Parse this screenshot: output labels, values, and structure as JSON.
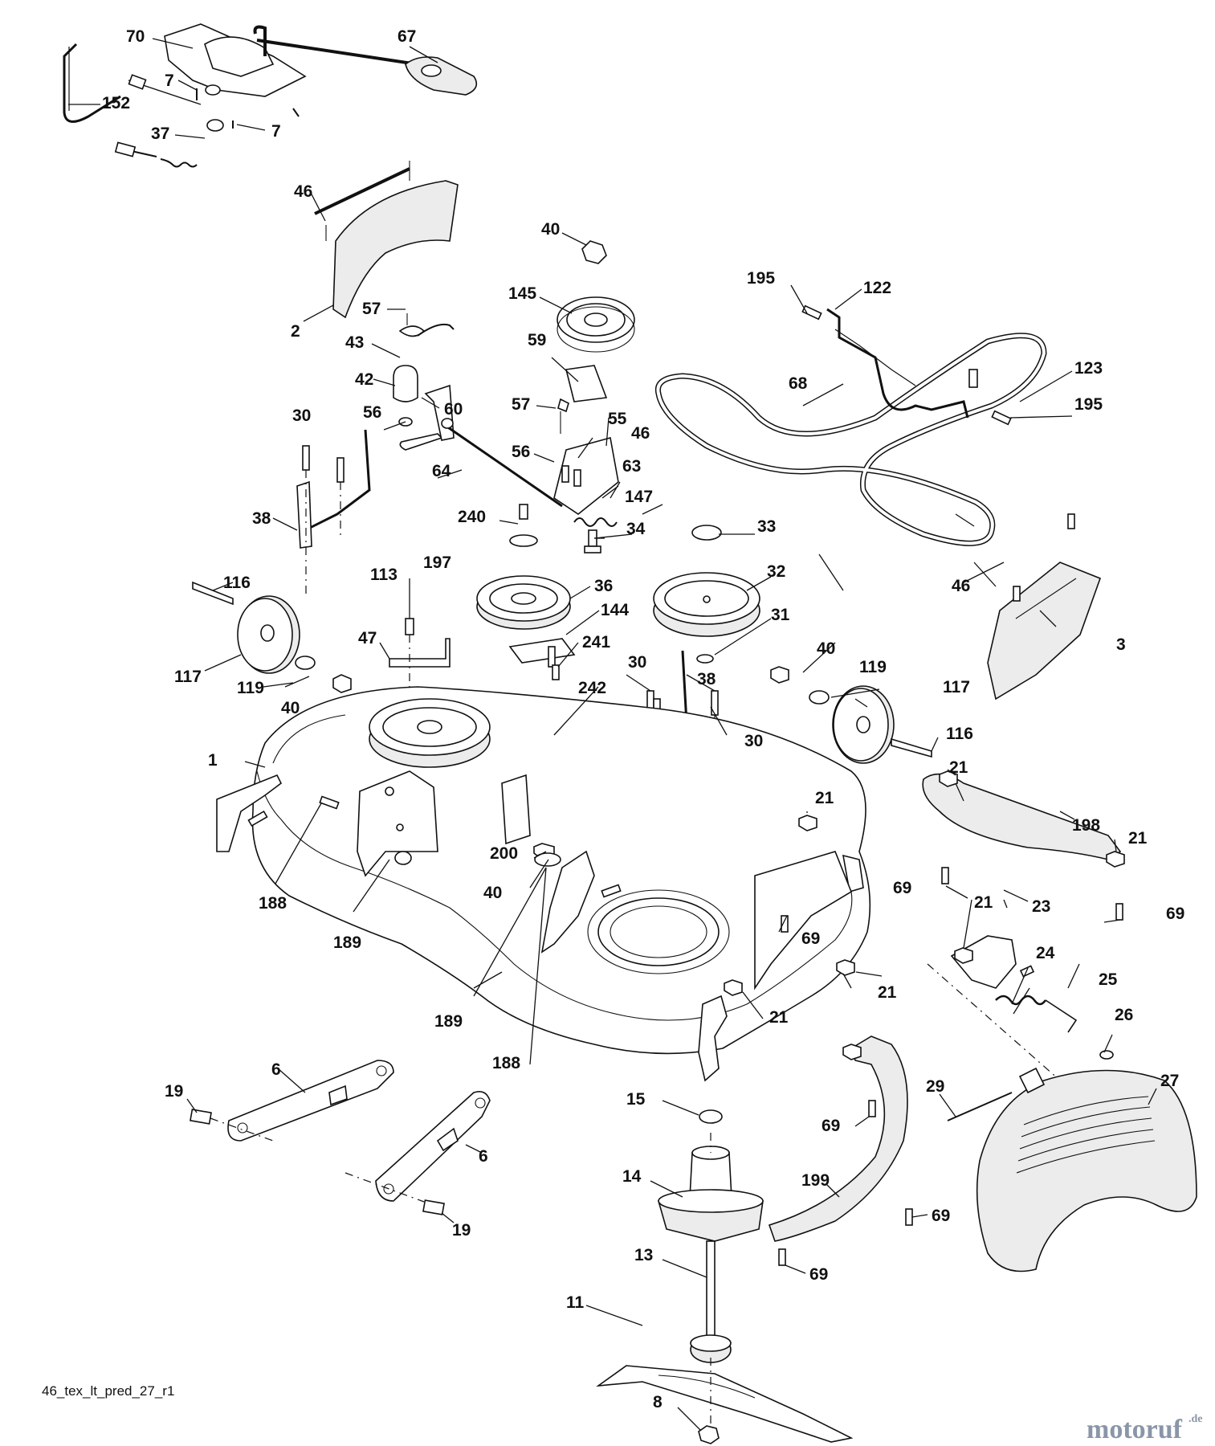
{
  "diagram": {
    "file_label": "46_tex_lt_pred_27_r1",
    "watermark": {
      "main": "motoruf",
      "tld": ".de"
    },
    "callouts": [
      {
        "id": "c1",
        "label": "70"
      },
      {
        "id": "c2",
        "label": "67"
      },
      {
        "id": "c3",
        "label": "7"
      },
      {
        "id": "c4",
        "label": "152"
      },
      {
        "id": "c5",
        "label": "7"
      },
      {
        "id": "c6",
        "label": "37"
      },
      {
        "id": "c7",
        "label": "46"
      },
      {
        "id": "c8",
        "label": "2"
      },
      {
        "id": "c9",
        "label": "40"
      },
      {
        "id": "c10",
        "label": "195"
      },
      {
        "id": "c11",
        "label": "122"
      },
      {
        "id": "c12",
        "label": "145"
      },
      {
        "id": "c13",
        "label": "57"
      },
      {
        "id": "c14",
        "label": "43"
      },
      {
        "id": "c15",
        "label": "59"
      },
      {
        "id": "c16",
        "label": "42"
      },
      {
        "id": "c17",
        "label": "68"
      },
      {
        "id": "c18",
        "label": "123"
      },
      {
        "id": "c19",
        "label": "195"
      },
      {
        "id": "c20",
        "label": "60"
      },
      {
        "id": "c21",
        "label": "57"
      },
      {
        "id": "c22",
        "label": "56"
      },
      {
        "id": "c23",
        "label": "55"
      },
      {
        "id": "c24",
        "label": "30"
      },
      {
        "id": "c25",
        "label": "46"
      },
      {
        "id": "c26",
        "label": "56"
      },
      {
        "id": "c27",
        "label": "64"
      },
      {
        "id": "c28",
        "label": "63"
      },
      {
        "id": "c29",
        "label": "147"
      },
      {
        "id": "c30",
        "label": "38"
      },
      {
        "id": "c31",
        "label": "240"
      },
      {
        "id": "c32",
        "label": "34"
      },
      {
        "id": "c33",
        "label": "33"
      },
      {
        "id": "c34",
        "label": "197"
      },
      {
        "id": "c35",
        "label": "116"
      },
      {
        "id": "c36",
        "label": "113"
      },
      {
        "id": "c37",
        "label": "36"
      },
      {
        "id": "c38",
        "label": "32"
      },
      {
        "id": "c39",
        "label": "46"
      },
      {
        "id": "c40",
        "label": "144"
      },
      {
        "id": "c41",
        "label": "31"
      },
      {
        "id": "c42",
        "label": "47"
      },
      {
        "id": "c43",
        "label": "3"
      },
      {
        "id": "c44",
        "label": "241"
      },
      {
        "id": "c45",
        "label": "40"
      },
      {
        "id": "c46",
        "label": "117"
      },
      {
        "id": "c47",
        "label": "119"
      },
      {
        "id": "c48",
        "label": "30"
      },
      {
        "id": "c49",
        "label": "38"
      },
      {
        "id": "c50",
        "label": "119"
      },
      {
        "id": "c51",
        "label": "117"
      },
      {
        "id": "c52",
        "label": "40"
      },
      {
        "id": "c53",
        "label": "242"
      },
      {
        "id": "c54",
        "label": "30"
      },
      {
        "id": "c55",
        "label": "116"
      },
      {
        "id": "c56",
        "label": "1"
      },
      {
        "id": "c57",
        "label": "21"
      },
      {
        "id": "c58",
        "label": "21"
      },
      {
        "id": "c59",
        "label": "198"
      },
      {
        "id": "c60",
        "label": "21"
      },
      {
        "id": "c61",
        "label": "188"
      },
      {
        "id": "c62",
        "label": "200"
      },
      {
        "id": "c63",
        "label": "69"
      },
      {
        "id": "c64",
        "label": "21"
      },
      {
        "id": "c65",
        "label": "23"
      },
      {
        "id": "c66",
        "label": "69"
      },
      {
        "id": "c67",
        "label": "40"
      },
      {
        "id": "c68",
        "label": "189"
      },
      {
        "id": "c69",
        "label": "69"
      },
      {
        "id": "c70",
        "label": "24"
      },
      {
        "id": "c71",
        "label": "25"
      },
      {
        "id": "c72",
        "label": "21"
      },
      {
        "id": "c73",
        "label": "189"
      },
      {
        "id": "c74",
        "label": "21"
      },
      {
        "id": "c75",
        "label": "26"
      },
      {
        "id": "c76",
        "label": "188"
      },
      {
        "id": "c77",
        "label": "6"
      },
      {
        "id": "c78",
        "label": "19"
      },
      {
        "id": "c79",
        "label": "15"
      },
      {
        "id": "c80",
        "label": "29"
      },
      {
        "id": "c81",
        "label": "27"
      },
      {
        "id": "c82",
        "label": "6"
      },
      {
        "id": "c83",
        "label": "69"
      },
      {
        "id": "c84",
        "label": "14"
      },
      {
        "id": "c85",
        "label": "199"
      },
      {
        "id": "c86",
        "label": "19"
      },
      {
        "id": "c87",
        "label": "69"
      },
      {
        "id": "c88",
        "label": "13"
      },
      {
        "id": "c89",
        "label": "69"
      },
      {
        "id": "c90",
        "label": "11"
      },
      {
        "id": "c91",
        "label": "8"
      }
    ]
  }
}
